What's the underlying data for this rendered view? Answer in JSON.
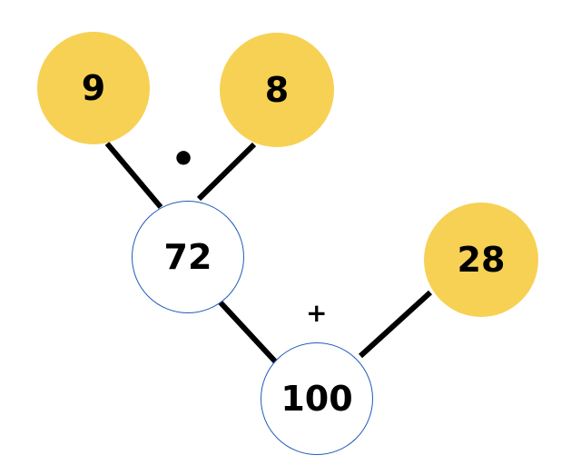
{
  "nodes": {
    "top_left": "9",
    "top_right": "8",
    "product": "72",
    "addend": "28",
    "sum": "100"
  },
  "operators": {
    "multiply": "•",
    "plus": "+"
  },
  "colors": {
    "yellow_fill": "#f7d154",
    "white_fill": "#ffffff",
    "circle_border": "#1f5cb7",
    "line": "#000000",
    "text": "#000000"
  }
}
